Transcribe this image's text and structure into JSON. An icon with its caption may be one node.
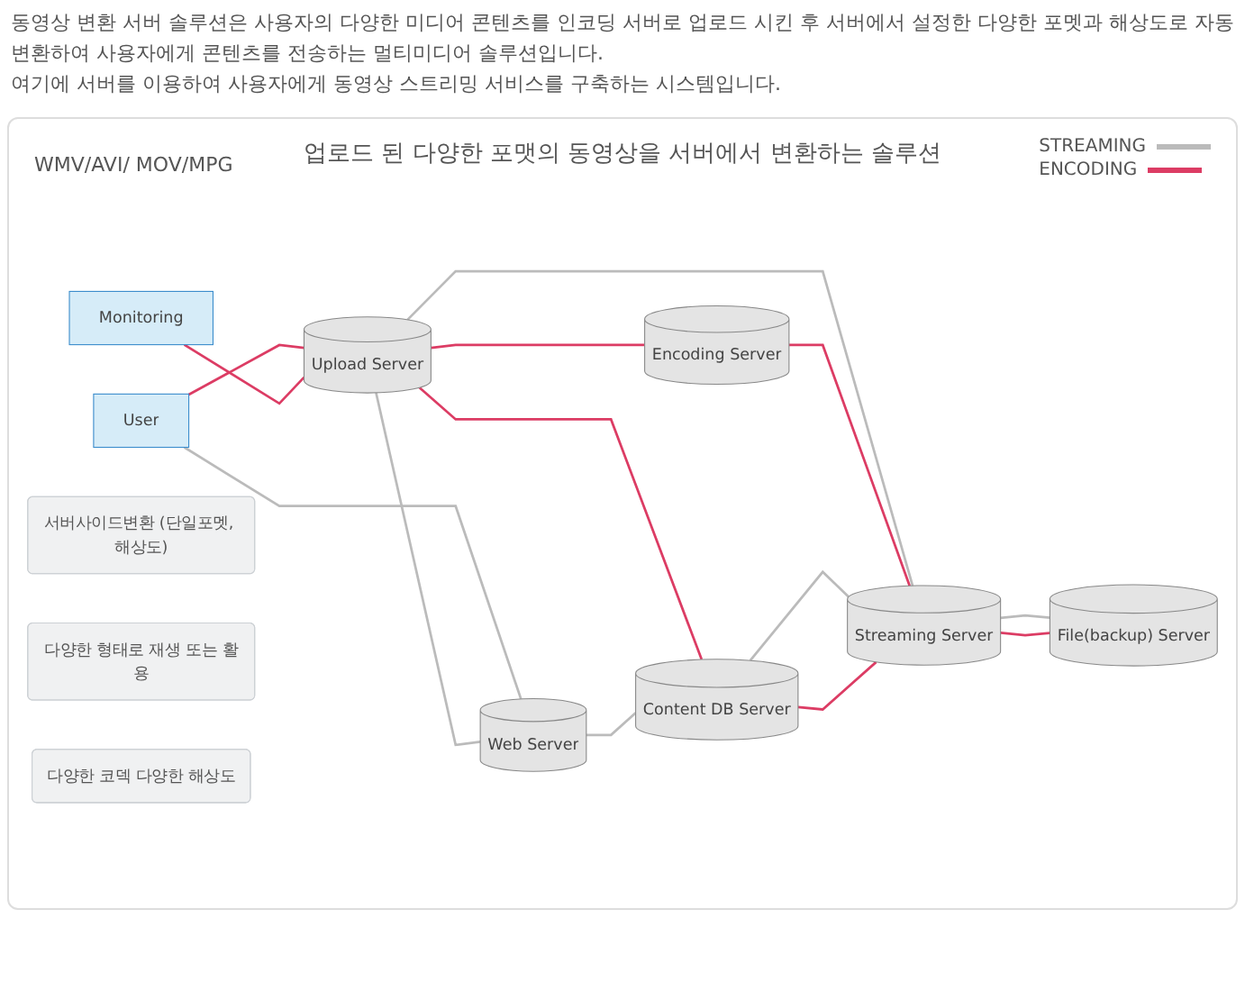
{
  "diagram": {
    "title": "업로드 된 다양한 포맷의 동영상을 서버에서 변환하는 솔루션",
    "nodes": [
      {
        "text": [
          "Upload Server"
        ]
      },
      {
        "text": [
          "서버사이드변환 (단일포멧, 해상도)"
        ]
      },
      {
        "text": [
          "Encoding Server"
        ]
      },
      {
        "text": [
          "다양한 형태로 재생 또는 활용"
        ]
      },
      {
        "text": [
          "User"
        ]
      },
      {
        "text": [
          "Web Server"
        ]
      },
      {
        "text": [
          "다양한 코덱 다양한 해상도"
        ]
      },
      {
        "text": [
          "Content DB Server"
        ]
      },
      {
        "text": [
          "Streaming Server"
        ]
      },
      {
        "text": [
          "Monitoring"
        ]
      },
      {
        "text": [
          "File(backup) Server"
        ]
      }
    ],
    "edges": [
      {
        "from": 4,
        "to": 0,
        "arrow": "none"
      },
      {
        "from": 4,
        "to": 5,
        "arrow": "none",
        "color": "#bbbbbb"
      },
      {
        "from": 0,
        "to": 5,
        "arrow": "none",
        "color": "#bbbbbb"
      },
      {
        "from": 9,
        "to": 0,
        "arrow": "none"
      },
      {
        "from": 0,
        "to": 2,
        "arrow": "none"
      },
      {
        "from": 0,
        "to": 8,
        "arrow": "none",
        "color": "#bbbbbb"
      },
      {
        "from": 0,
        "to": 7,
        "arrow": "none"
      },
      {
        "from": 2,
        "to": 8,
        "arrow": "none"
      },
      {
        "from": 5,
        "to": 7,
        "arrow": "none",
        "color": "#bbbbbb"
      },
      {
        "from": 7,
        "to": 8,
        "arrow": "none",
        "color": "#bbbbbb"
      },
      {
        "from": 7,
        "to": 8,
        "arrow": "none"
      },
      {
        "from": 8,
        "to": 10,
        "arrow": "none",
        "color": "#bbbbbb"
      },
      {
        "from": 8,
        "to": 10,
        "arrow": "none"
      }
    ],
    "labels": [
      "동영상 변환 서버 솔루션은 사용자의 다양한 미디어 콘텐츠를 인코딩 서버로 업로드 시킨 후 서버에서 설정한 다양한 포멧과 해상도로 자동 변환하여 사용자에게 콘텐츠를 전송하는 멀티미디어 솔루션입니다.",
      "여기에 서버를 이용하여 사용자에게 동영상 스트리밍 서비스를 구축하는 시스템입니다.",
      "WMV/AVI/ MOV/MPG"
    ],
    "legend": [
      {
        "text": "STREAMING"
      },
      {
        "text": "ENCODING"
      }
    ]
  }
}
